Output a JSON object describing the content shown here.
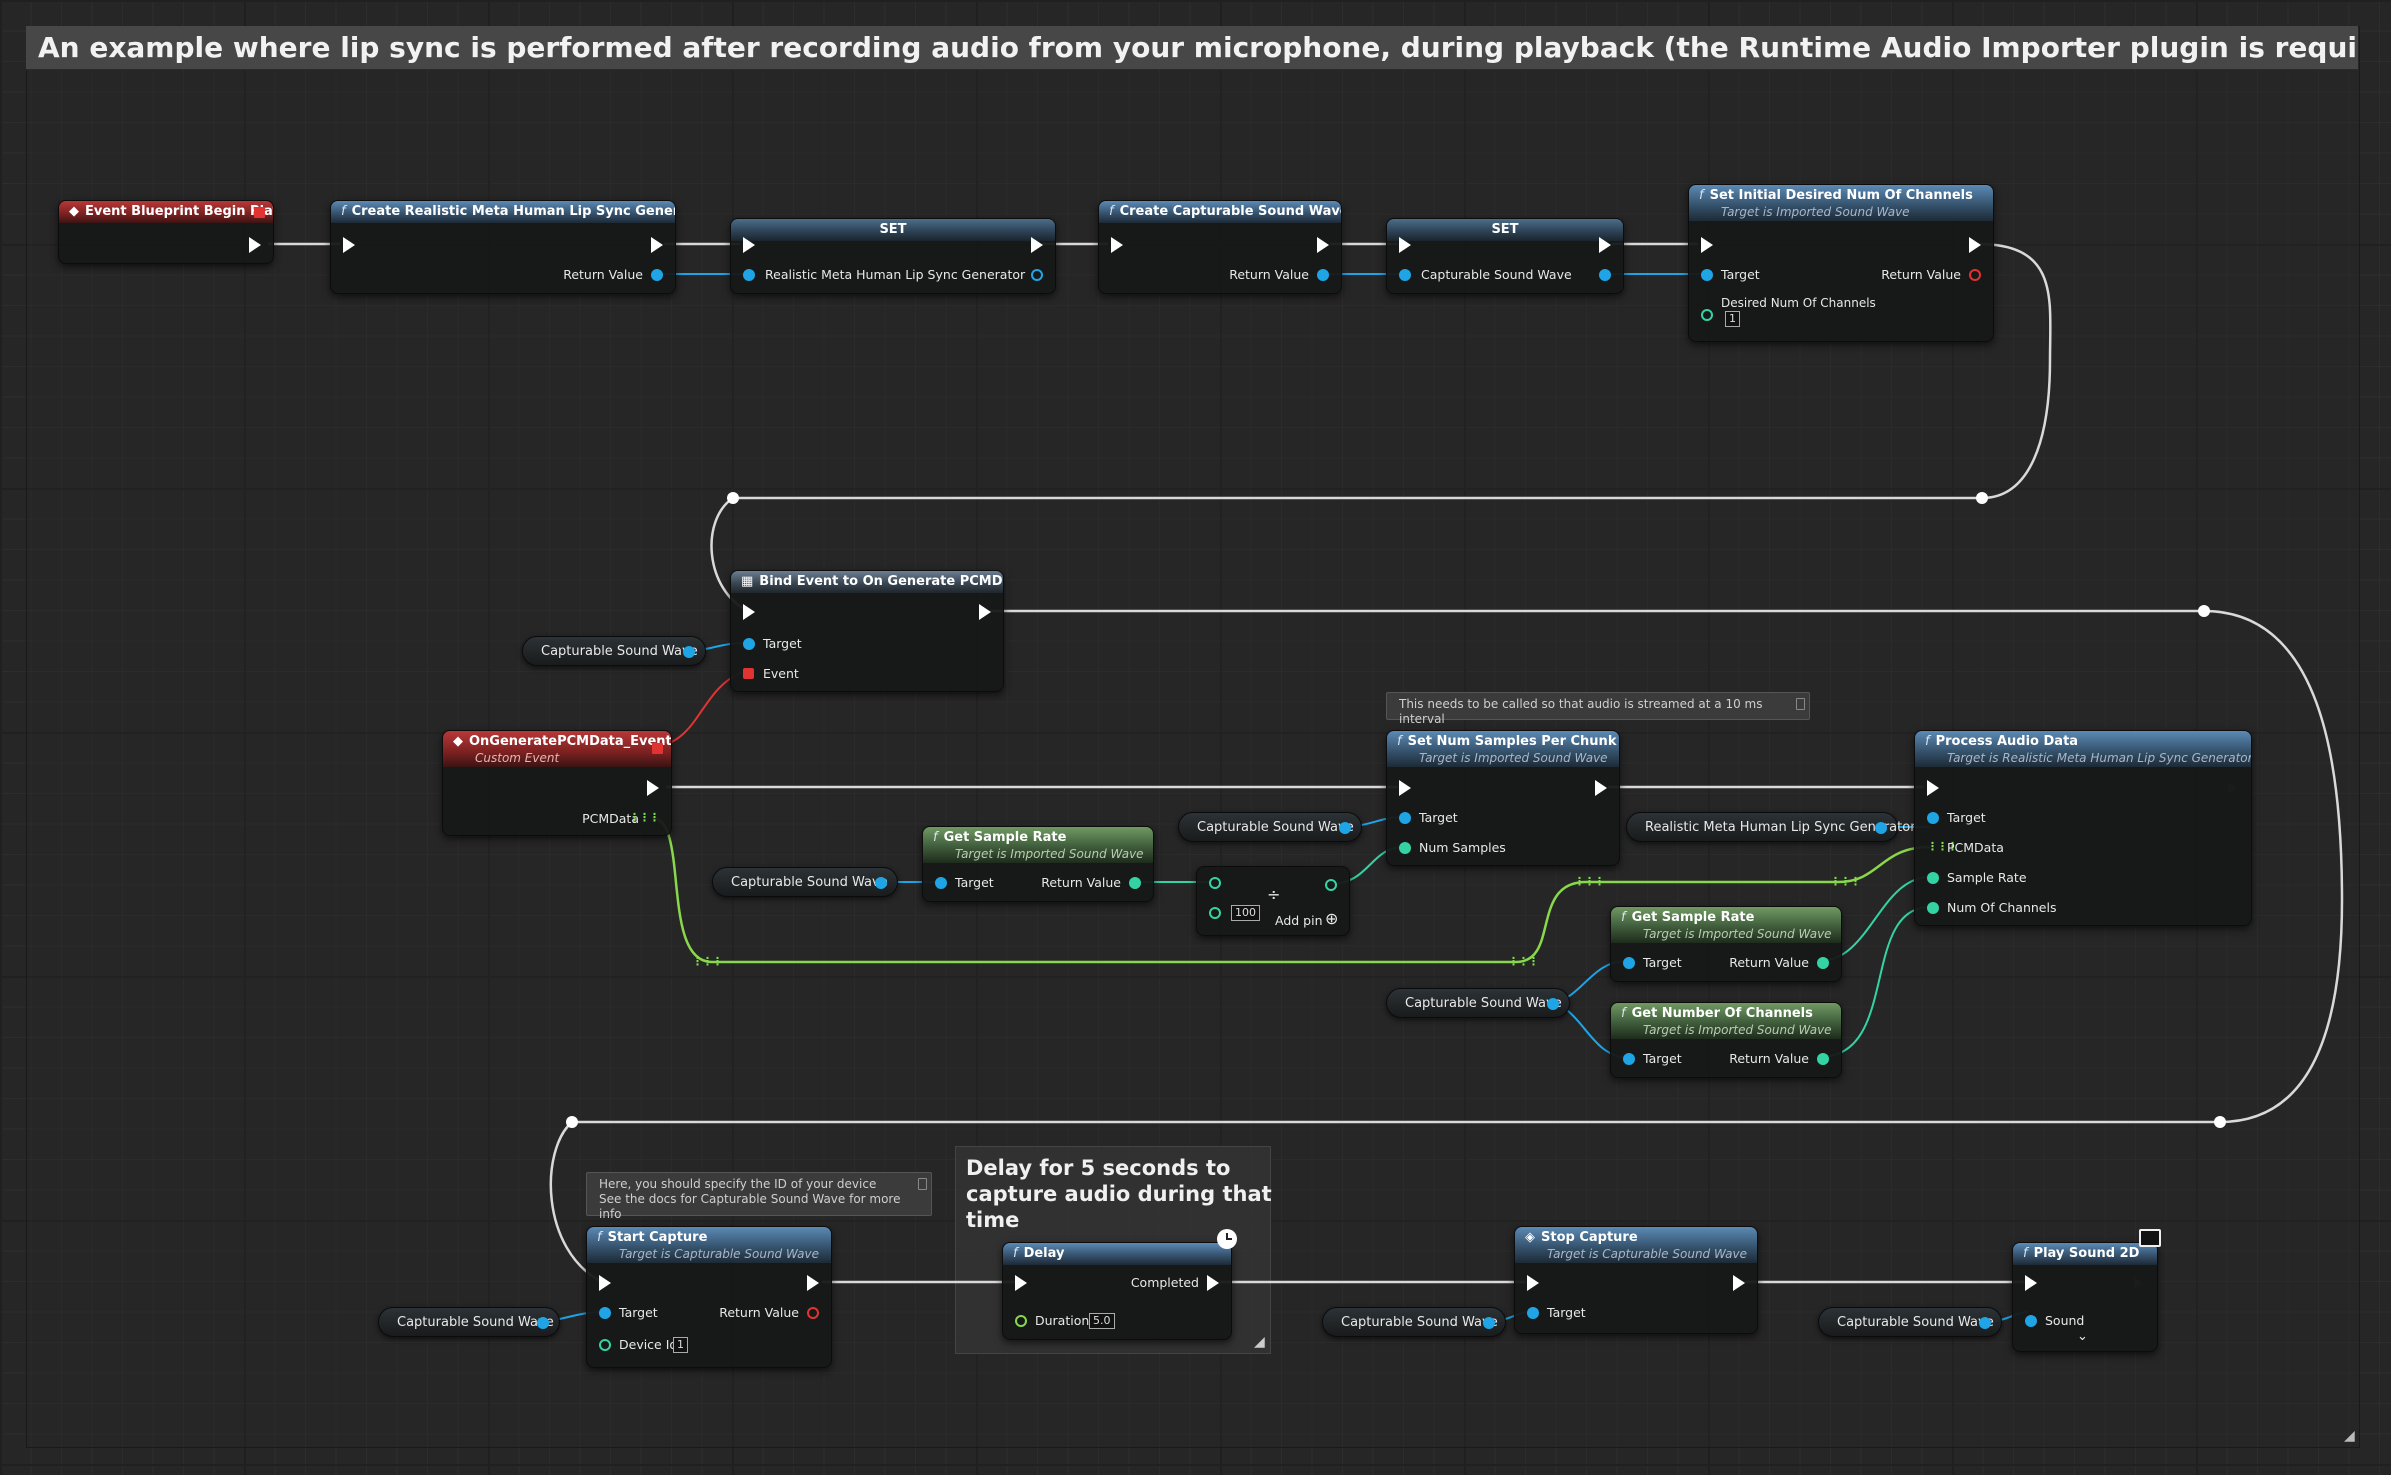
{
  "comment_title": "An example where lip sync is performed after recording audio from your microphone, during playback (the Runtime Audio Importer plugin is required for this to work)",
  "colors": {
    "exec_wire": "#d9d9d9",
    "object_pin": "#1fa4e6",
    "integer_pin": "#34d3a4",
    "float_array_pin": "#89d84b",
    "event_pin": "#e23333"
  },
  "nodes": {
    "begin_play": {
      "title": "Event Blueprint Begin Play"
    },
    "create_generator": {
      "title": "Create Realistic Meta Human Lip Sync Generator",
      "return_label": "Return Value"
    },
    "set_generator": {
      "title": "SET",
      "var_label": "Realistic Meta Human Lip Sync Generator"
    },
    "create_wave": {
      "title": "Create Capturable Sound Wave",
      "return_label": "Return Value"
    },
    "set_wave": {
      "title": "SET",
      "var_label": "Capturable Sound Wave"
    },
    "set_channels": {
      "title": "Set Initial Desired Num Of Channels",
      "subtitle": "Target is Imported Sound Wave",
      "target_label": "Target",
      "return_label": "Return Value",
      "channels_label": "Desired Num Of Channels",
      "channels_value": "1"
    },
    "bind_event": {
      "title": "Bind Event to On Generate PCMData",
      "target_label": "Target",
      "event_label": "Event"
    },
    "custom_event": {
      "title": "OnGeneratePCMData_Event",
      "subtitle": "Custom Event",
      "pcm_label": "PCMData"
    },
    "get_sample_rate_1": {
      "title": "Get Sample Rate",
      "subtitle": "Target is Imported Sound Wave",
      "target_label": "Target",
      "return_label": "Return Value"
    },
    "divide": {
      "symbol": "÷",
      "value": "100",
      "add_pin_label": "Add pin"
    },
    "set_samples": {
      "title": "Set Num Samples Per Chunk",
      "subtitle": "Target is Imported Sound Wave",
      "target_label": "Target",
      "samples_label": "Num Samples"
    },
    "process_audio": {
      "title": "Process Audio Data",
      "subtitle": "Target is Realistic Meta Human Lip Sync Generator",
      "target_label": "Target",
      "pcm_label": "PCMData",
      "rate_label": "Sample Rate",
      "channels_label": "Num Of Channels"
    },
    "get_sample_rate_2": {
      "title": "Get Sample Rate",
      "subtitle": "Target is Imported Sound Wave",
      "target_label": "Target",
      "return_label": "Return Value"
    },
    "get_num_channels": {
      "title": "Get Number Of Channels",
      "subtitle": "Target is Imported Sound Wave",
      "target_label": "Target",
      "return_label": "Return Value"
    },
    "start_capture": {
      "title": "Start Capture",
      "subtitle": "Target is Capturable Sound Wave",
      "target_label": "Target",
      "return_label": "Return Value",
      "device_label": "Device Id",
      "device_value": "1"
    },
    "delay": {
      "title": "Delay",
      "completed_label": "Completed",
      "duration_label": "Duration",
      "duration_value": "5.0"
    },
    "stop_capture": {
      "title": "Stop Capture",
      "subtitle": "Target is Capturable Sound Wave",
      "target_label": "Target"
    },
    "play_sound": {
      "title": "Play Sound 2D",
      "sound_label": "Sound"
    }
  },
  "variables": {
    "wave": "Capturable Sound Wave",
    "generator": "Realistic Meta Human Lip Sync Generator"
  },
  "comments": {
    "stream_note": "This needs to be called so that audio is streamed at a 10 ms interval",
    "device_note_1": "Here, you should specify the ID of your device",
    "device_note_2": "See the docs for Capturable Sound Wave for more info",
    "delay_box": "Delay for 5 seconds to capture audio during that time"
  }
}
